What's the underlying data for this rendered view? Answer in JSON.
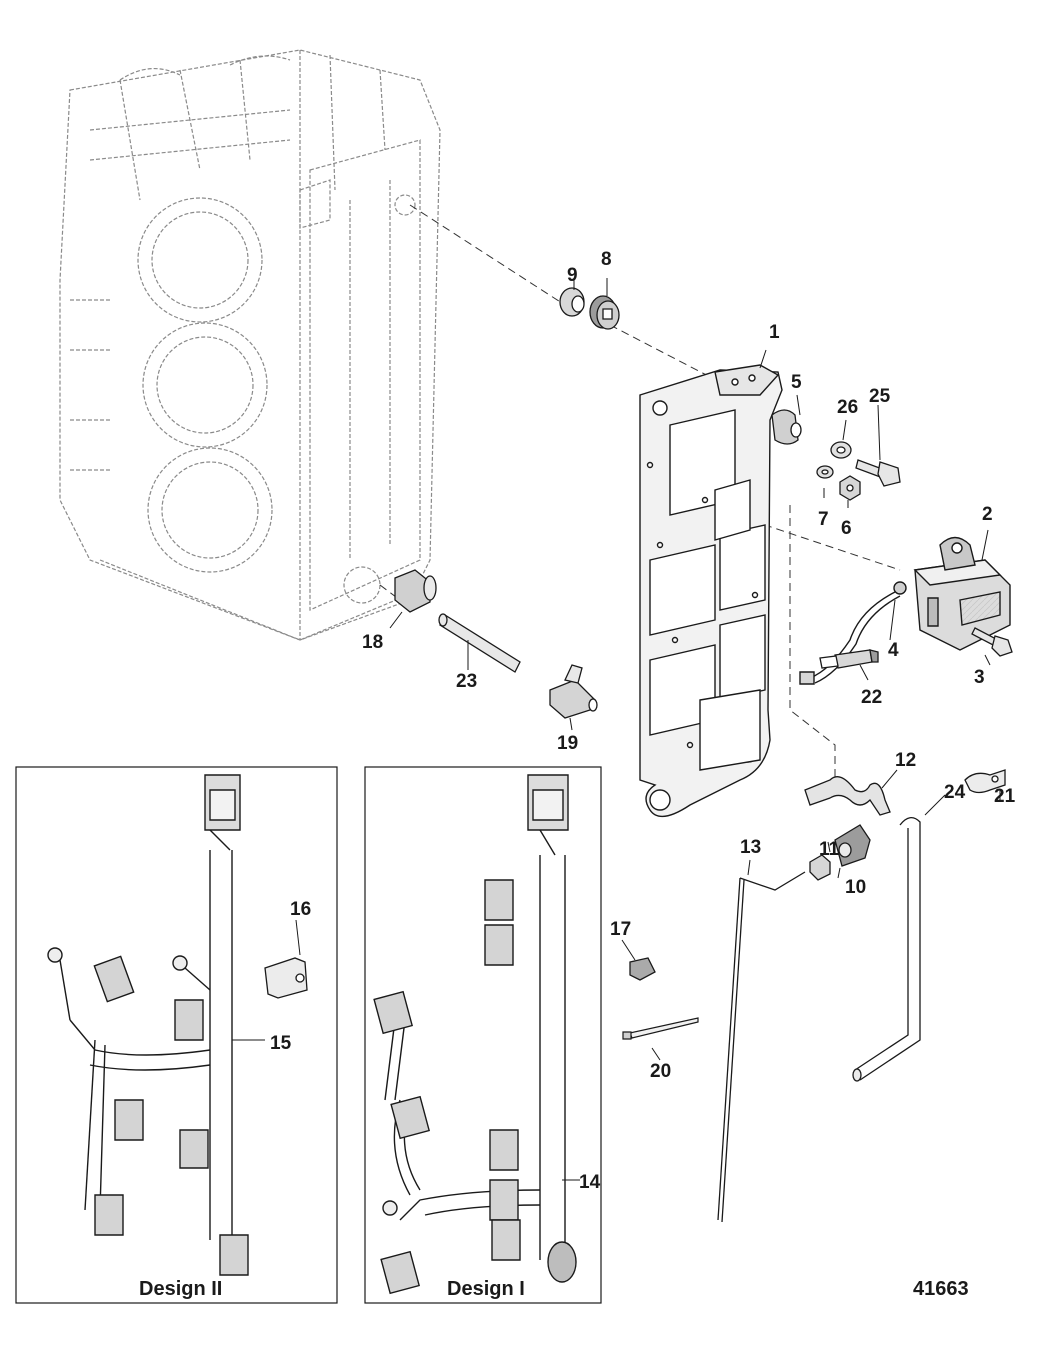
{
  "figure_number": "41663",
  "panels": {
    "left_caption": "Design II",
    "right_caption": "Design I"
  },
  "callouts": [
    "1",
    "2",
    "3",
    "4",
    "5",
    "6",
    "7",
    "8",
    "9",
    "10",
    "11",
    "12",
    "13",
    "14",
    "15",
    "16",
    "17",
    "18",
    "19",
    "20",
    "21",
    "22",
    "23",
    "24",
    "25",
    "26"
  ],
  "colors": {
    "line": "#1a1a1a",
    "fill_light": "#e8e8e8",
    "fill_mid": "#bdbdbd",
    "ghost": "#9a9a9a"
  }
}
